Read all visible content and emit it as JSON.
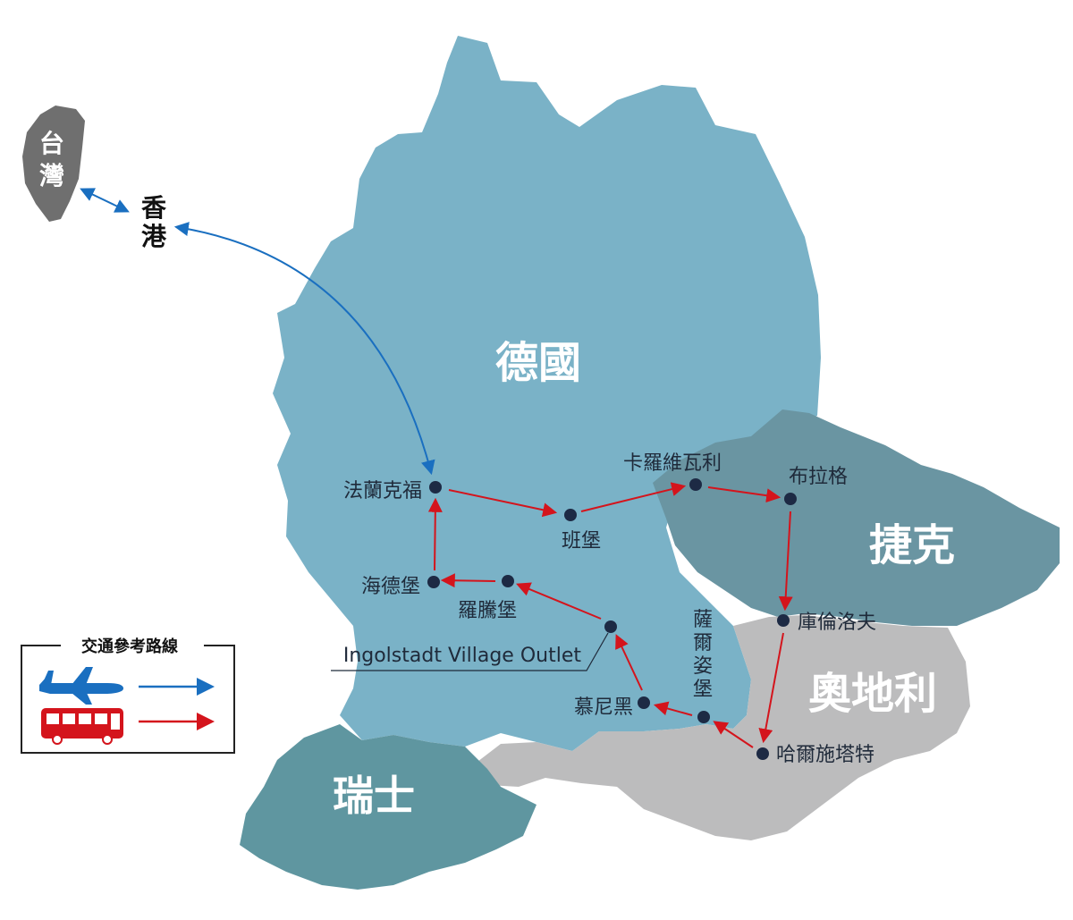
{
  "countries": {
    "germany": "德國",
    "czech": "捷克",
    "austria": "奧地利",
    "switzerland": "瑞士",
    "taiwan": [
      "台",
      "灣"
    ]
  },
  "origin": {
    "hongkong": [
      "香",
      "港"
    ]
  },
  "cities": {
    "frankfurt": "法蘭克福",
    "bamberg": "班堡",
    "karlovy_vary": "卡羅維瓦利",
    "prague": "布拉格",
    "cesky_krumlov": "庫倫洛夫",
    "hallstatt": "哈爾施塔特",
    "salzburg": [
      "薩",
      "爾",
      "姿",
      "堡"
    ],
    "munich": "慕尼黑",
    "ingolstadt": "Ingolstadt Village Outlet",
    "rothenburg": "羅騰堡",
    "heidelberg": "海德堡"
  },
  "legend": {
    "title": "交通參考路線",
    "items": [
      {
        "icon": "airplane-icon",
        "color": "#1a6fc0"
      },
      {
        "icon": "bus-icon",
        "color": "#d4141c"
      }
    ]
  },
  "colors": {
    "flight": "#1a6fc0",
    "bus": "#d4141c",
    "germany": "#7ab2c7",
    "czech": "#6a95a2",
    "austria": "#bcbcbd",
    "switzerland": "#5f96a0",
    "taiwan": "#6f6f6f"
  }
}
